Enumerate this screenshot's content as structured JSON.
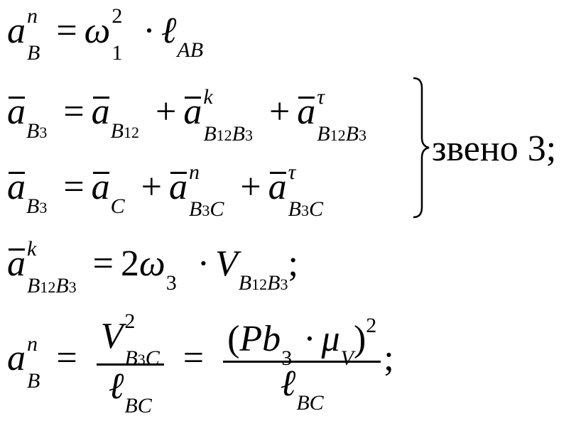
{
  "equations": {
    "l1": {
      "a": "a",
      "a_sup": "n",
      "a_sub": "B",
      "eq": "=",
      "omega": "ω",
      "omega_sup": "2",
      "omega_sub": "1",
      "dot": "·",
      "ell": "ℓ",
      "ell_sub": "AB"
    },
    "l2": {
      "a": "a",
      "a_sub": "B",
      "a_sub_num": "3",
      "eq": "=",
      "t1": "a",
      "t1_sub": "B",
      "t1_sub_num": "12",
      "plus1": "+",
      "t2": "a",
      "t2_sup": "k",
      "t2_sub_b1": "B",
      "t2_sub_n1": "12",
      "t2_sub_b2": "B",
      "t2_sub_n2": "3",
      "plus2": "+",
      "t3": "a",
      "t3_sup": "τ",
      "t3_sub_b1": "B",
      "t3_sub_n1": "12",
      "t3_sub_b2": "B",
      "t3_sub_n2": "3"
    },
    "l3": {
      "a": "a",
      "a_sub": "B",
      "a_sub_num": "3",
      "eq": "=",
      "t1": "a",
      "t1_sub": "C",
      "plus1": "+",
      "t2": "a",
      "t2_sup": "n",
      "t2_sub_b": "B",
      "t2_sub_n": "3",
      "t2_sub_c": "C",
      "plus2": "+",
      "t3": "a",
      "t3_sup": "τ",
      "t3_sub_b": "B",
      "t3_sub_n": "3",
      "t3_sub_c": "C"
    },
    "brace_label": "звено 3;",
    "l4": {
      "a": "a",
      "a_sup": "k",
      "a_sub_b1": "B",
      "a_sub_n1": "12",
      "a_sub_b2": "B",
      "a_sub_n2": "3",
      "eq": "=",
      "coef": "2",
      "omega": "ω",
      "omega_sub": "3",
      "dot": "·",
      "V": "V",
      "V_sub_b1": "B",
      "V_sub_n1": "12",
      "V_sub_b2": "B",
      "V_sub_n2": "3",
      "end": ";"
    },
    "l5": {
      "a": "a",
      "a_sup": "n",
      "a_sub": "B",
      "eq1": "=",
      "f1_num": "V",
      "f1_num_sup": "2",
      "f1_num_sub_b": "B",
      "f1_num_sub_n": "3",
      "f1_num_sub_c": "C",
      "f1_den": "ℓ",
      "f1_den_sub": "BC",
      "eq2": "=",
      "f2_open": "(",
      "f2_P": "Pb",
      "f2_sub": "3",
      "f2_dot": "·",
      "f2_mu": "μ",
      "f2_mu_sub": "V",
      "f2_close": ")",
      "f2_sup": "2",
      "f2_den": "ℓ",
      "f2_den_sub": "BC",
      "end": ";"
    }
  }
}
